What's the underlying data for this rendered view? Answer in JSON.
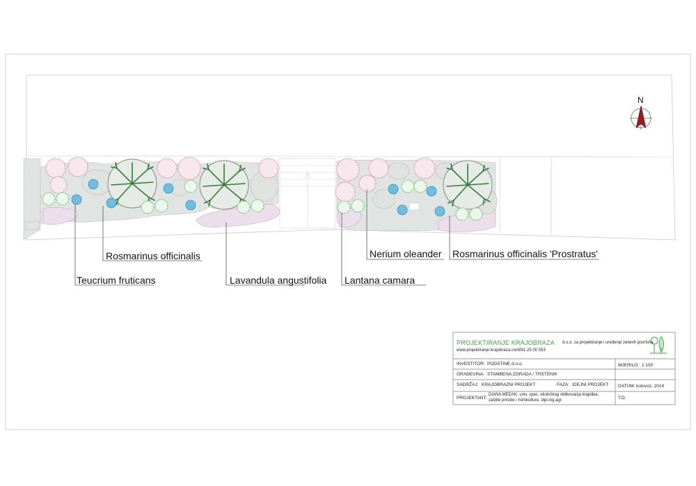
{
  "labels": {
    "rosmarinus": "Rosmarinus officinalis",
    "teucrium": "Teucrium fruticans",
    "lavandula": "Lavandula angustifolia",
    "nerium": "Nerium oleander",
    "lantana": "Lantana camara",
    "rosmarinus_prostratus": "Rosmarinus officinalis 'Prostratus'"
  },
  "north_arrow": {
    "label": "N"
  },
  "title_block": {
    "company": "PROJEKTIRANJE KRAJOBRAZA",
    "company_suffix": "d.o.o. za projektiranje i uređenje zelenih površina",
    "website": "www.projektiranje-krajobraza.com",
    "phone": "091-25 00 553",
    "investitor_label": "INVESTITOR:",
    "investitor_value": "PODSTINE d.o.o.",
    "gradevina_label": "GRAĐEVINA:",
    "gradevina_value": "STAMBENA ZGRADA / TRSTENIK",
    "sadrzaj_label": "SADRŽAJ:",
    "sadrzaj_value": "KRAJOBRAZNI PROJEKT",
    "faza_label": "FAZA:",
    "faza_value": "IDEJNI PROJEKT",
    "mjerilo_label": "MJERILO:",
    "mjerilo_value": "1:150",
    "datum_label": "DATUM:",
    "datum_value": "kolovoz, 2014",
    "projektant_label": "PROJEKTANT:",
    "projektant_line1": "DIANA MEDAK, univ. spec. ekološkog oblikovanja krajolika,",
    "projektant_line2": "zaštite prirode i hortikulture, dipl.ing.agr.",
    "td_value": "T.D."
  },
  "colors": {
    "tree_green": "#2e7d32",
    "oleander_pink": "#d98aa8",
    "lantana_green": "#5fc45f",
    "teucrium_blue": "#5fb4d8",
    "lavender_fill": "#eadcea",
    "shrub_fill": "#e2e6e2",
    "north_arrow_red": "#9b1c1c",
    "brand_green": "#2fae3a"
  }
}
